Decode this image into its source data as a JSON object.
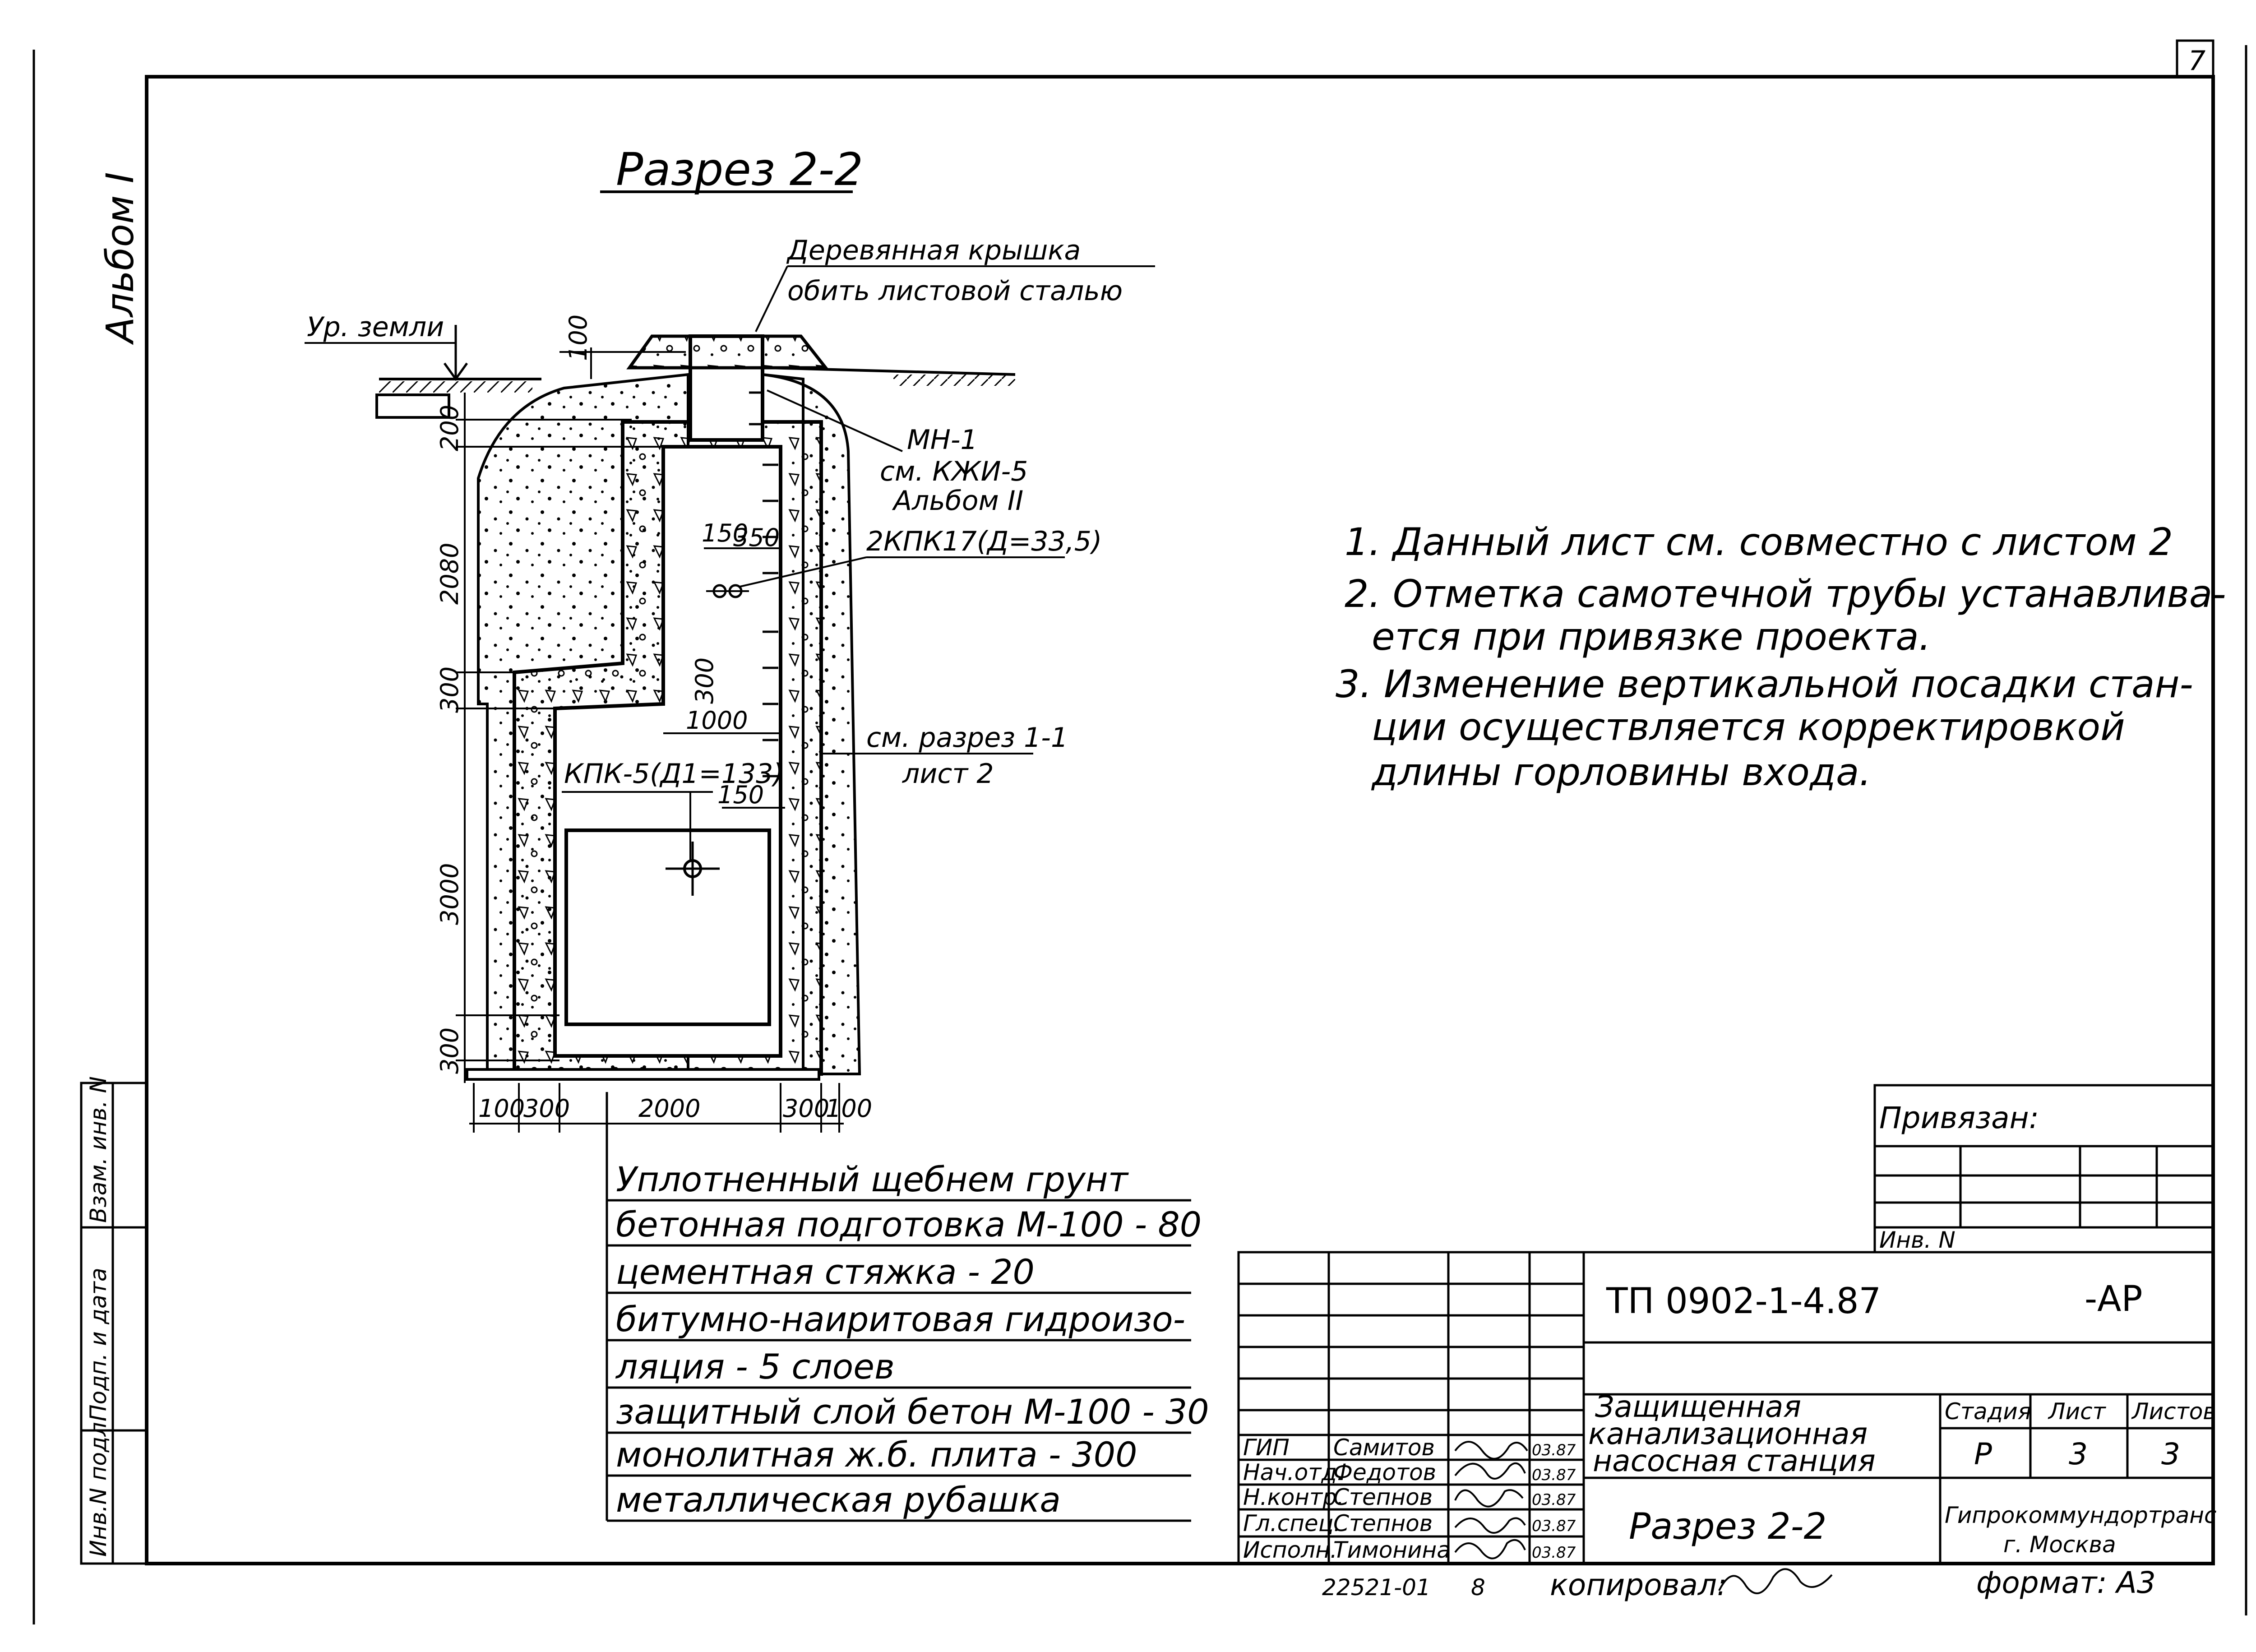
{
  "album_label": "Альбом I",
  "section_title": "Разрез 2-2",
  "page_number": "7",
  "callouts": {
    "lid_line1": "Деревянная крышка",
    "lid_line2": "обить листовой сталью",
    "ground_level": "Ур. земли",
    "mn_line1": "МН-1",
    "mn_line2": "см. КЖИ-5",
    "mn_line3": "Альбом II",
    "kpk17": "2КПК17(Д=33,5)",
    "kpk5": "КПК-5(Д1=133)",
    "see_section_line1": "см. разрез 1-1",
    "see_section_line2": "лист 2"
  },
  "dimensions": {
    "v_100": "100",
    "v_200": "200",
    "v_2080": "2080",
    "v_300_mid": "300",
    "v_3000": "3000",
    "v_300_bot": "300",
    "h_150": "150",
    "h_350": "350",
    "v_300_inner": "300",
    "h_1000": "1000",
    "h_150_low": "150",
    "b_100_l": "100",
    "b_300_l": "300",
    "b_2000": "2000",
    "b_300_r": "300",
    "b_100_r": "100"
  },
  "notes": [
    "1. Данный лист см. совместно с листом 2",
    "2. Отметка самотечной трубы устанавлива-",
    "ется при привязке проекта.",
    "3. Изменение вертикальной посадки стан-",
    "ции осуществляется корректировкой",
    "длины горловины входа."
  ],
  "layers": [
    "Уплотненный щебнем грунт",
    "бетонная подготовка М-100 - 80",
    "цементная стяжка - 20",
    "битумно-наиритовая гидроизо-",
    "ляция - 5 слоев",
    "защитный слой бетон М-100 - 30",
    "монолитная ж.б. плита - 300",
    "металлическая рубашка"
  ],
  "side_stamp": [
    "Инв.N подл.",
    "Подп. и дата",
    "Взам. инв. N"
  ],
  "title_block": {
    "privyazan": "Привязан:",
    "inv_n": "Инв. N",
    "doc_code": "ТП 0902-1-4.87",
    "doc_suffix": "-АР",
    "object_line1": "Защищенная",
    "object_line2": "канализационная",
    "object_line3": "насосная станция",
    "stage_h": "Стадия",
    "sheet_h": "Лист",
    "sheets_h": "Листов",
    "stage": "Р",
    "sheet": "3",
    "sheets": "3",
    "sheet_name": "Разрез 2-2",
    "org_line1": "Гипрокоммундортранс",
    "org_line2": "г. Москва",
    "roles": [
      {
        "role": "ГИП",
        "name": "Самитов",
        "date": "03.87"
      },
      {
        "role": "Нач.отд.",
        "name": "Федотов",
        "date": "03.87"
      },
      {
        "role": "Н.контр.",
        "name": "Степнов",
        "date": "03.87"
      },
      {
        "role": "Гл.спец.",
        "name": "Степнов",
        "date": "03.87"
      },
      {
        "role": "Исполн.",
        "name": "Тимонина",
        "date": "03.87"
      }
    ],
    "footer_num": "22521-01",
    "footer_page": "8",
    "copied": "копировал:",
    "format": "формат: А3"
  }
}
